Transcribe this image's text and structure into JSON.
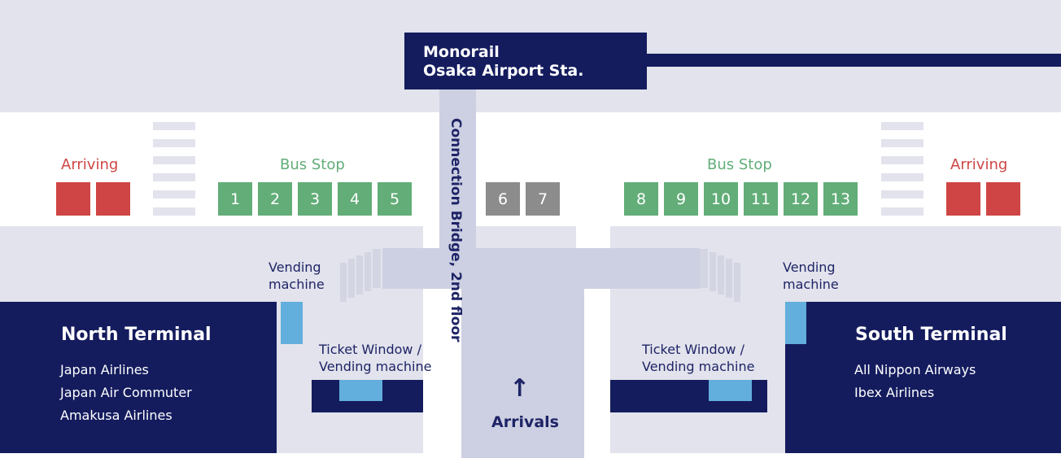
{
  "monorail": {
    "line1": "Monorail",
    "line2": "Osaka Airport Sta."
  },
  "bridge_label": "Connection Bridge, 2nd floor",
  "arriving_label": "Arriving",
  "bus_stop_label": "Bus Stop",
  "bus_stops_left": [
    "1",
    "2",
    "3",
    "4",
    "5"
  ],
  "bus_stops_middle": [
    "6",
    "7"
  ],
  "bus_stops_right": [
    "8",
    "9",
    "10",
    "11",
    "12",
    "13"
  ],
  "vending_label": {
    "line1": "Vending",
    "line2": "machine"
  },
  "ticket_label": {
    "line1": "Ticket Window /",
    "line2": "Vending machine"
  },
  "arrivals": {
    "arrow": "↑",
    "label": "Arrivals"
  },
  "north_terminal": {
    "title": "North Terminal",
    "airlines": [
      "Japan Airlines",
      "Japan Air Commuter",
      "Amakusa Airlines"
    ]
  },
  "south_terminal": {
    "title": "South Terminal",
    "airlines": [
      "All Nippon Airways",
      "Ibex Airlines"
    ]
  },
  "colors": {
    "navy": "#141c5e",
    "arriving": "#cf4545",
    "bus": "#62ad78",
    "other_bus": "#8c8c8c",
    "vending": "#62aedc"
  }
}
